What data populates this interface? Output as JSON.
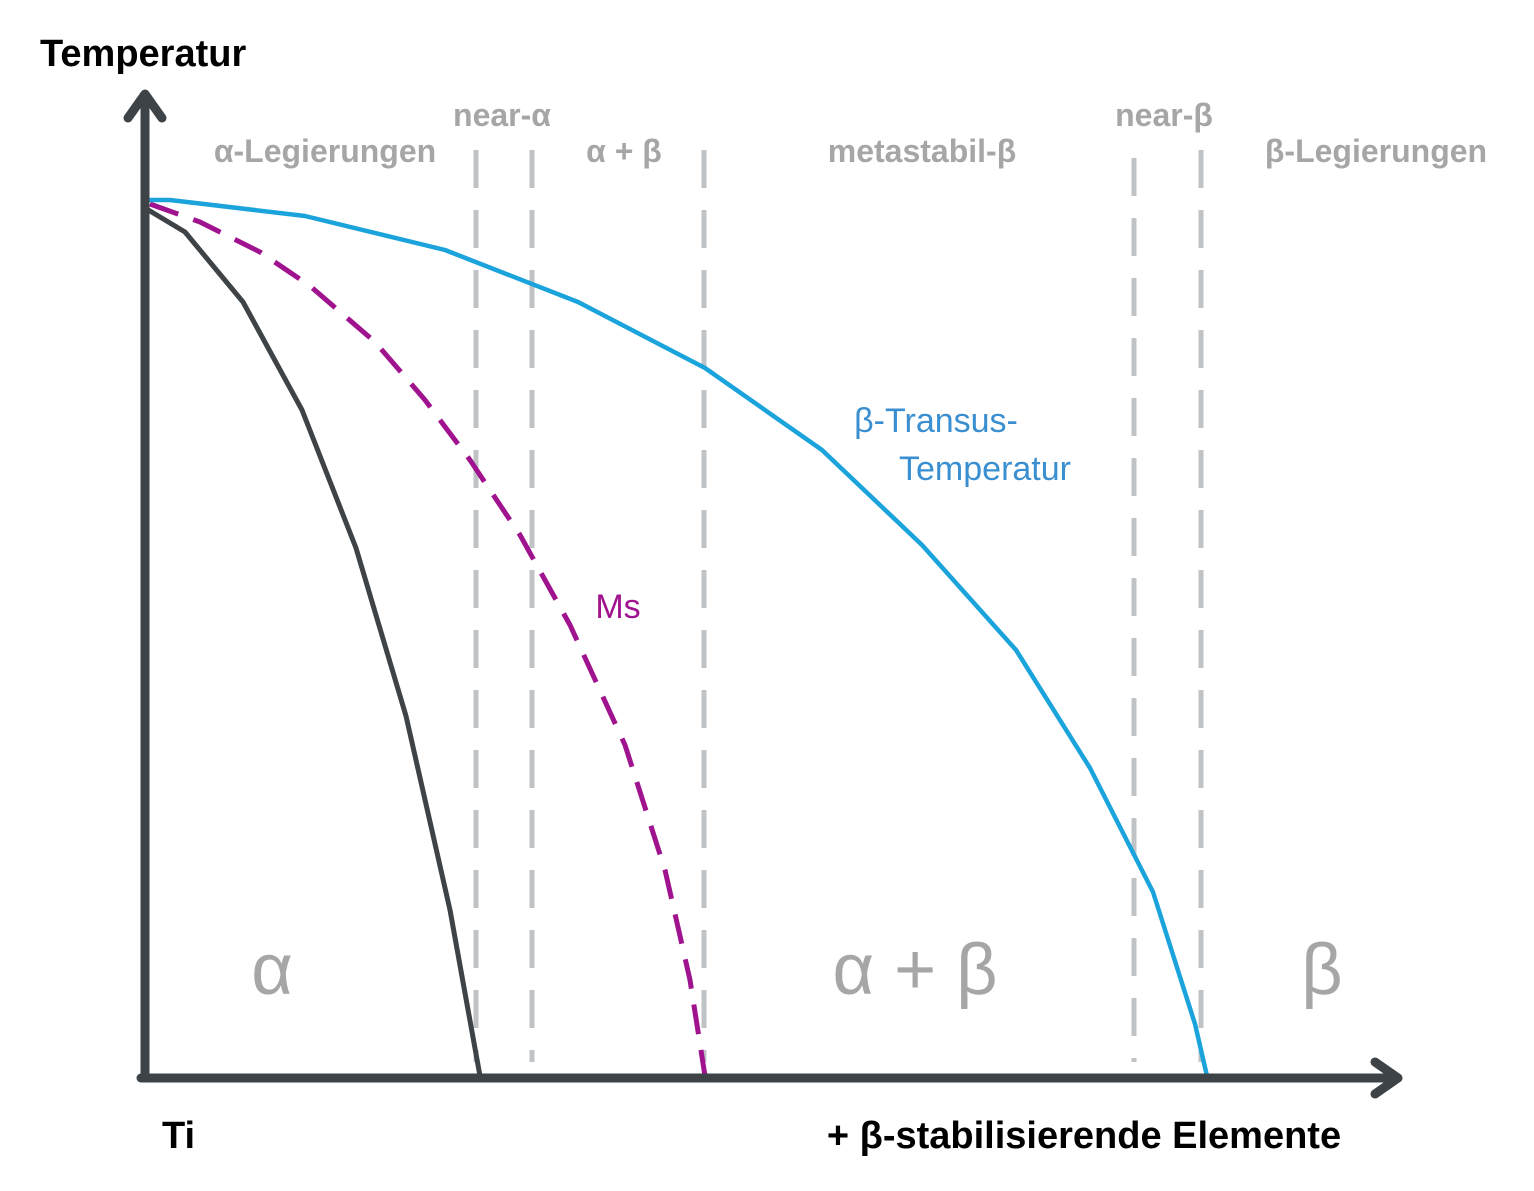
{
  "axes": {
    "y_title": "Temperatur",
    "x_origin_label": "Ti",
    "x_title": "+ β-stabilisierende Elemente"
  },
  "alloy_classes": [
    {
      "label": "α-Legierungen"
    },
    {
      "label": "near-α"
    },
    {
      "label": "α + β"
    },
    {
      "label": "metastabil-β"
    },
    {
      "label": "near-β"
    },
    {
      "label": "β-Legierungen"
    }
  ],
  "phase_regions": [
    {
      "label": "α"
    },
    {
      "label": "α + β"
    },
    {
      "label": "β"
    }
  ],
  "curve_labels": {
    "beta_transus_line1": "β-Transus-",
    "beta_transus_line2": "Temperatur",
    "ms": "Ms"
  },
  "colors": {
    "axis": "#3d4347",
    "beta_transus": "#1ba3dc",
    "beta_transus_label": "#3a8fd0",
    "ms": "#a0138e",
    "alpha_boundary": "#3d4347",
    "dashed_dividers": "#bfc3c6",
    "class_labels": "#a6a6a6"
  }
}
